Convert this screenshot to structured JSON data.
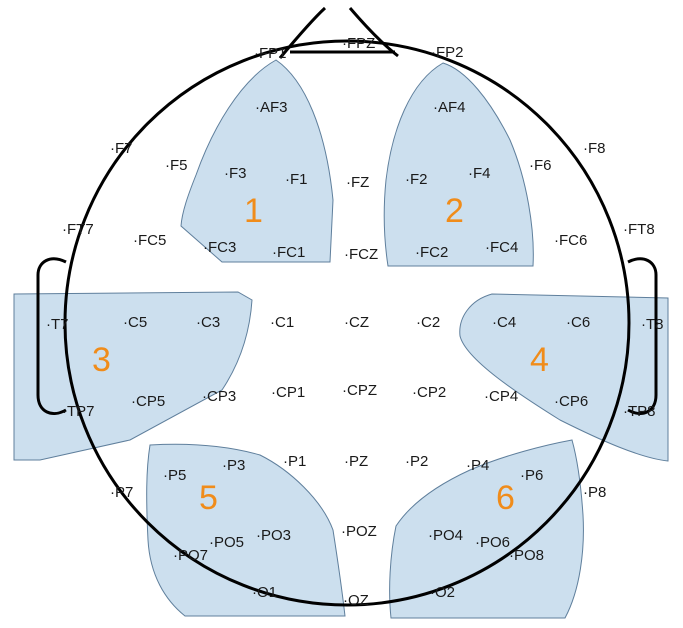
{
  "colors": {
    "region_fill": "#b9d3e8",
    "region_stroke": "#5f7f9c",
    "region_number": "#f08c1a",
    "head_outline": "#000000",
    "text": "#1a1a1a"
  },
  "regions": [
    {
      "id": "1",
      "label": "1"
    },
    {
      "id": "2",
      "label": "2"
    },
    {
      "id": "3",
      "label": "3"
    },
    {
      "id": "4",
      "label": "4"
    },
    {
      "id": "5",
      "label": "5"
    },
    {
      "id": "6",
      "label": "6"
    }
  ],
  "electrodes": [
    "FP1",
    "FPZ",
    "FP2",
    "AF3",
    "AF4",
    "F7",
    "F5",
    "F3",
    "F1",
    "FZ",
    "F2",
    "F4",
    "F6",
    "F8",
    "FT7",
    "FC5",
    "FC3",
    "FC1",
    "FCZ",
    "FC2",
    "FC4",
    "FC6",
    "FT8",
    "T7",
    "C5",
    "C3",
    "C1",
    "CZ",
    "C2",
    "C4",
    "C6",
    "T8",
    "TP7",
    "CP5",
    "CP3",
    "CP1",
    "CPZ",
    "CP2",
    "CP4",
    "CP6",
    "TP8",
    "P7",
    "P5",
    "P3",
    "P1",
    "PZ",
    "P2",
    "P4",
    "P6",
    "P8",
    "PO7",
    "PO5",
    "PO3",
    "POZ",
    "PO4",
    "PO6",
    "PO8",
    "O1",
    "OZ",
    "O2"
  ]
}
